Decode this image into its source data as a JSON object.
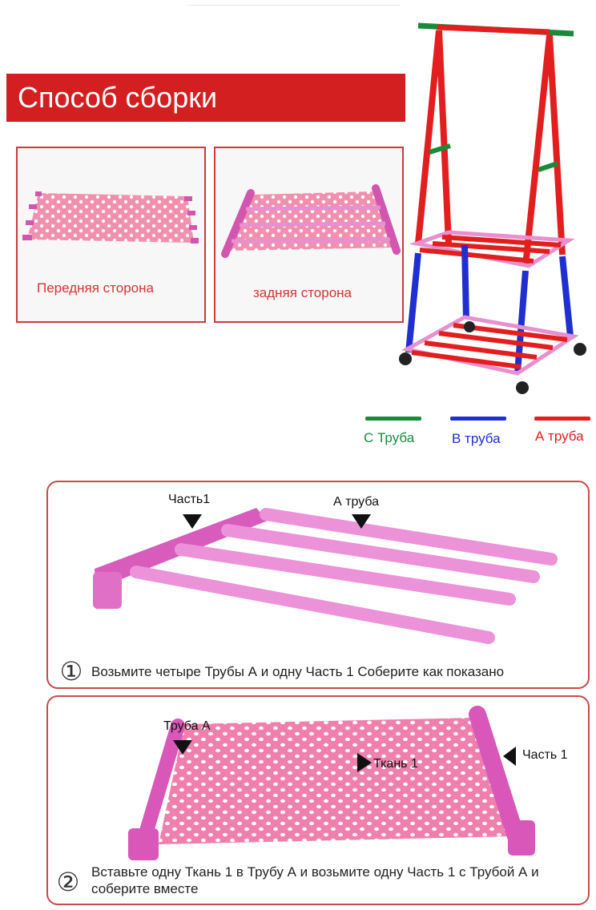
{
  "title": "Способ сборки",
  "views": {
    "front_caption": "Передняя сторона",
    "back_caption": "задняя сторона"
  },
  "legend": [
    {
      "label": "С Труба",
      "color": "#1a8a3a",
      "label_color": "#1a8a3a"
    },
    {
      "label": "В труба",
      "color": "#1f2fd0",
      "label_color": "#1f2fd0"
    },
    {
      "label": "А труба",
      "color": "#e21e1e",
      "label_color": "#e21e1e"
    }
  ],
  "colors": {
    "banner": "#d31f1f",
    "pink_part": "#e06cc2",
    "fabric": "#f08fae",
    "frame_border": "#cc3a3a"
  },
  "step1": {
    "number": "①",
    "text": "Возьмите четыре Трубы А и одну Часть 1 Соберите как показано",
    "label_part": "Часть1",
    "label_tube": "А труба"
  },
  "step2": {
    "number": "②",
    "text": "Вставьте одну Ткань 1 в Трубу А и возьмите одну Часть 1 с Трубой А и соберите вместе",
    "label_tube": "Труба А",
    "label_fabric": "Ткань 1",
    "label_part": "Часть 1"
  }
}
